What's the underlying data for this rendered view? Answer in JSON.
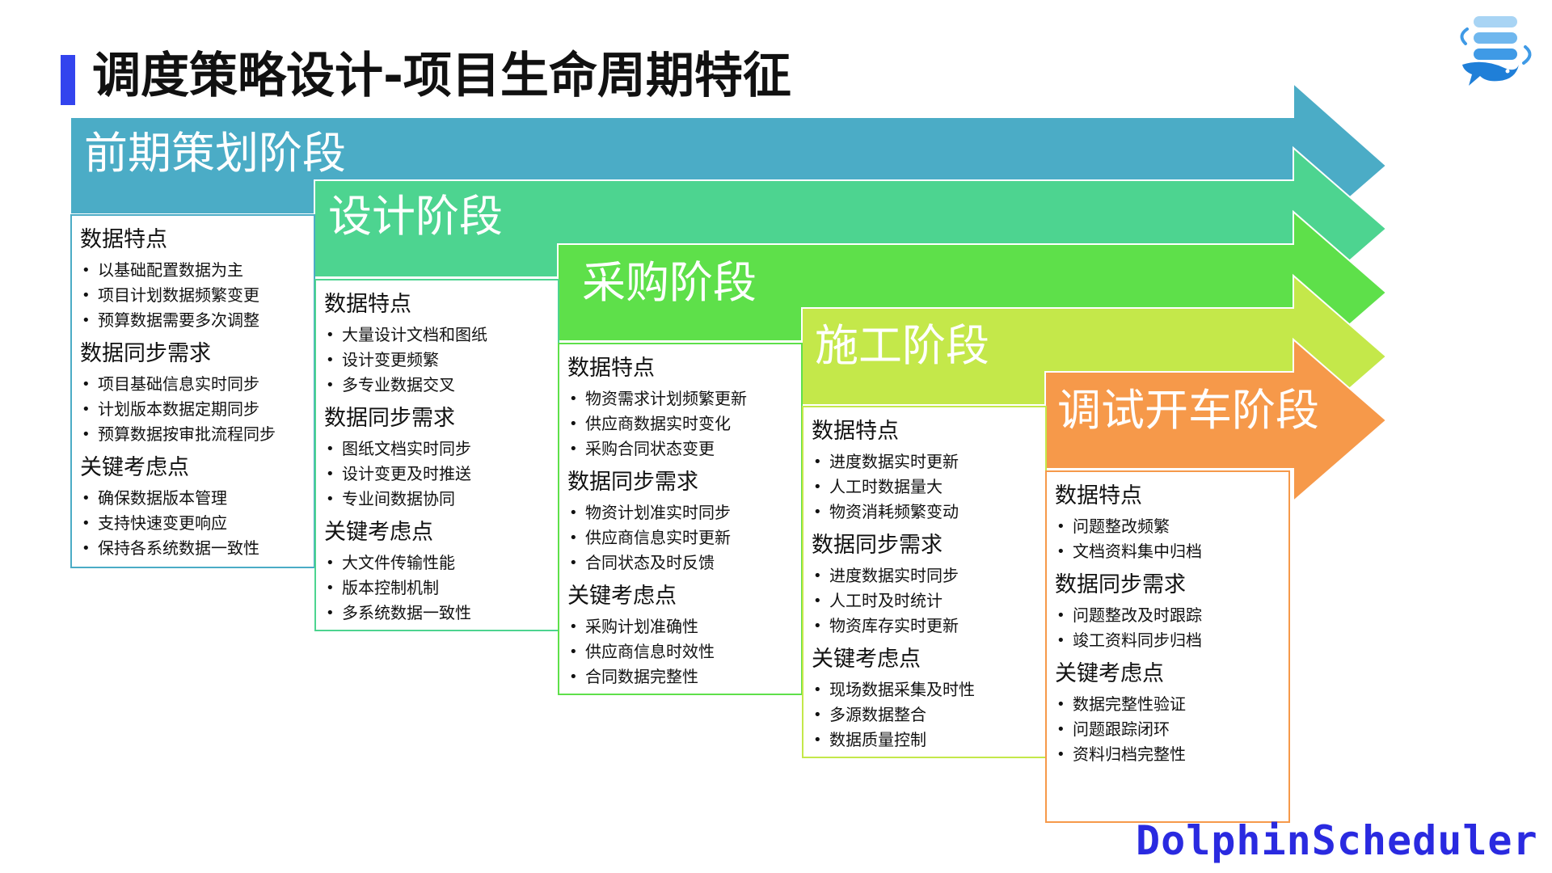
{
  "title": "调度策略设计-项目生命周期特征",
  "brand": "DolphinScheduler",
  "colors": {
    "accent": "#3344ee",
    "stage1": "#4bacc6",
    "stage2": "#4dd490",
    "stage3": "#5ee04a",
    "stage4": "#c4e84a",
    "stage5": "#f6994a"
  },
  "icons": [
    "dolphin-logo-icon",
    "bullet-icon"
  ],
  "stages": [
    {
      "label": "前期策划阶段",
      "sections": [
        {
          "title": "数据特点",
          "items": [
            "以基础配置数据为主",
            "项目计划数据频繁变更",
            "预算数据需要多次调整"
          ]
        },
        {
          "title": "数据同步需求",
          "items": [
            "项目基础信息实时同步",
            "计划版本数据定期同步",
            "预算数据按审批流程同步"
          ]
        },
        {
          "title": "关键考虑点",
          "items": [
            "确保数据版本管理",
            "支持快速变更响应",
            "保持各系统数据一致性"
          ]
        }
      ]
    },
    {
      "label": "设计阶段",
      "sections": [
        {
          "title": "数据特点",
          "items": [
            "大量设计文档和图纸",
            "设计变更频繁",
            "多专业数据交叉"
          ]
        },
        {
          "title": "数据同步需求",
          "items": [
            "图纸文档实时同步",
            "设计变更及时推送",
            "专业间数据协同"
          ]
        },
        {
          "title": "关键考虑点",
          "items": [
            "大文件传输性能",
            "版本控制机制",
            "多系统数据一致性"
          ]
        }
      ]
    },
    {
      "label": "采购阶段",
      "sections": [
        {
          "title": "数据特点",
          "items": [
            "物资需求计划频繁更新",
            "供应商数据实时变化",
            "采购合同状态变更"
          ]
        },
        {
          "title": "数据同步需求",
          "items": [
            "物资计划准实时同步",
            "供应商信息实时更新",
            "合同状态及时反馈"
          ]
        },
        {
          "title": "关键考虑点",
          "items": [
            "采购计划准确性",
            "供应商信息时效性",
            "合同数据完整性"
          ]
        }
      ]
    },
    {
      "label": "施工阶段",
      "sections": [
        {
          "title": "数据特点",
          "items": [
            "进度数据实时更新",
            "人工时数据量大",
            "物资消耗频繁变动"
          ]
        },
        {
          "title": "数据同步需求",
          "items": [
            "进度数据实时同步",
            "人工时及时统计",
            "物资库存实时更新"
          ]
        },
        {
          "title": "关键考虑点",
          "items": [
            "现场数据采集及时性",
            "多源数据整合",
            "数据质量控制"
          ]
        }
      ]
    },
    {
      "label": "调试开车阶段",
      "sections": [
        {
          "title": "数据特点",
          "items": [
            "问题整改频繁",
            "文档资料集中归档"
          ]
        },
        {
          "title": "数据同步需求",
          "items": [
            "问题整改及时跟踪",
            "竣工资料同步归档"
          ]
        },
        {
          "title": "关键考虑点",
          "items": [
            "数据完整性验证",
            "问题跟踪闭环",
            "资料归档完整性"
          ]
        }
      ]
    }
  ]
}
